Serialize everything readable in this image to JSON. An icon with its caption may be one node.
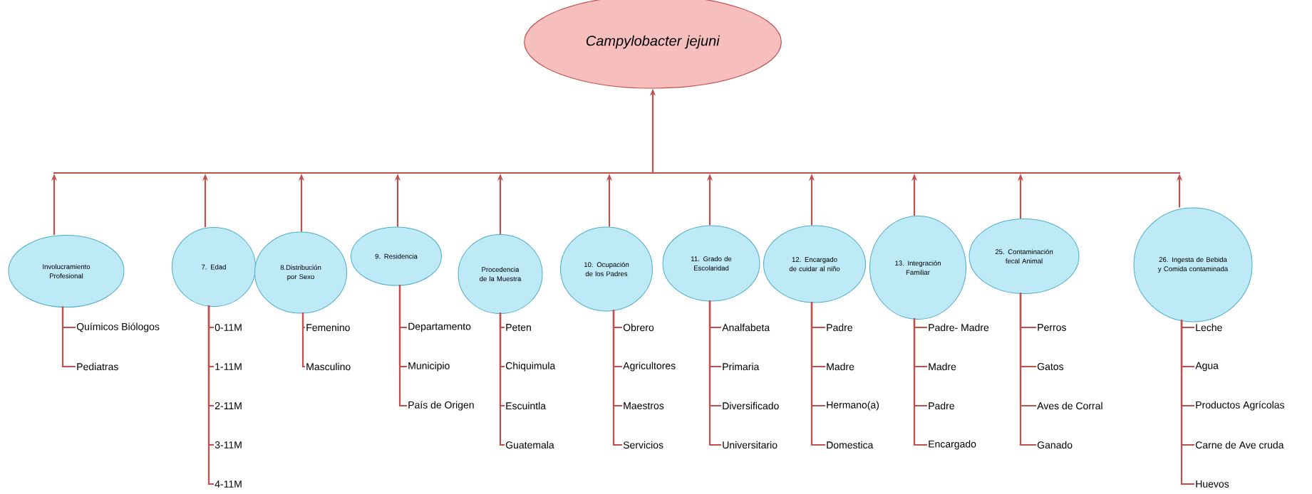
{
  "diagram": {
    "nodes": [
      {
        "text": [
          "*Campylobacter jejuni*"
        ]
      },
      {
        "text": [
          "Involucramiento Profesional"
        ]
      },
      {
        "text": [
          "7. Edad"
        ]
      },
      {
        "text": [
          "8.Distribución por Sexo"
        ]
      },
      {
        "text": [
          "9. Residencia"
        ]
      },
      {
        "text": [
          "Procedencia de la Muestra"
        ]
      },
      {
        "text": [
          "10. Ocupación de los Padres"
        ]
      },
      {
        "text": [
          "11. Grado de Escolaridad"
        ]
      },
      {
        "text": [
          "12. Encargado de cuidar al niño"
        ]
      },
      {
        "text": [
          "13. Integración Familiar"
        ]
      },
      {
        "text": [
          "25. Contaminación fecal Animal"
        ]
      },
      {
        "text": [
          "26. Ingesta de Bebida y Comida contaminada"
        ]
      },
      {
        "text": [
          "Químicos Biólogos"
        ]
      },
      {
        "text": [
          "Pediatras"
        ]
      },
      {
        "text": [
          "0-11M"
        ]
      },
      {
        "text": [
          "1-11M"
        ]
      },
      {
        "text": [
          "2-11M"
        ]
      },
      {
        "text": [
          "3-11M"
        ]
      },
      {
        "text": [
          "4-11M"
        ]
      },
      {
        "text": [
          "Femenino"
        ]
      },
      {
        "text": [
          "Masculino"
        ]
      },
      {
        "text": [
          "Departamento"
        ]
      },
      {
        "text": [
          "Municipio"
        ]
      },
      {
        "text": [
          "País de Origen"
        ]
      },
      {
        "text": [
          "Peten"
        ]
      },
      {
        "text": [
          "Chiquimula"
        ]
      },
      {
        "text": [
          "Escuintla"
        ]
      },
      {
        "text": [
          "Guatemala"
        ]
      },
      {
        "text": [
          "Obrero"
        ]
      },
      {
        "text": [
          "Agricultores"
        ]
      },
      {
        "text": [
          "Maestros"
        ]
      },
      {
        "text": [
          "Servicios"
        ]
      },
      {
        "text": [
          "Analfabeta"
        ]
      },
      {
        "text": [
          "Primaria"
        ]
      },
      {
        "text": [
          "Diversificado"
        ]
      },
      {
        "text": [
          "Universitario"
        ]
      },
      {
        "text": [
          "Padre"
        ]
      },
      {
        "text": [
          "Madre"
        ]
      },
      {
        "text": [
          "Hermano(a)"
        ]
      },
      {
        "text": [
          "Domestica"
        ]
      },
      {
        "text": [
          "Padre- Madre"
        ]
      },
      {
        "text": [
          "Madre"
        ]
      },
      {
        "text": [
          "Padre"
        ]
      },
      {
        "text": [
          "Encargado"
        ]
      },
      {
        "text": [
          "Perros"
        ]
      },
      {
        "text": [
          "Gatos"
        ]
      },
      {
        "text": [
          "Aves de Corral"
        ]
      },
      {
        "text": [
          "Ganado"
        ]
      },
      {
        "text": [
          "Leche"
        ]
      },
      {
        "text": [
          "Agua"
        ]
      },
      {
        "text": [
          "Productos Agrícolas"
        ]
      },
      {
        "text": [
          "Carne de Ave cruda"
        ]
      },
      {
        "text": [
          "Huevos"
        ]
      }
    ],
    "edges": [
      {
        "from": 1,
        "to": 0,
        "arrow": "to"
      },
      {
        "from": 2,
        "to": 0,
        "arrow": "to"
      },
      {
        "from": 3,
        "to": 0,
        "arrow": "to"
      },
      {
        "from": 4,
        "to": 0,
        "arrow": "to"
      },
      {
        "from": 5,
        "to": 0,
        "arrow": "to"
      },
      {
        "from": 6,
        "to": 0,
        "arrow": "to"
      },
      {
        "from": 7,
        "to": 0,
        "arrow": "to"
      },
      {
        "from": 8,
        "to": 0,
        "arrow": "to"
      },
      {
        "from": 9,
        "to": 0,
        "arrow": "to"
      },
      {
        "from": 10,
        "to": 0,
        "arrow": "to"
      },
      {
        "from": 11,
        "to": 0,
        "arrow": "to"
      },
      {
        "from": 1,
        "to": 12,
        "arrow": "none"
      },
      {
        "from": 1,
        "to": 13,
        "arrow": "none"
      },
      {
        "from": 2,
        "to": 14,
        "arrow": "none"
      },
      {
        "from": 2,
        "to": 15,
        "arrow": "none"
      },
      {
        "from": 2,
        "to": 16,
        "arrow": "none"
      },
      {
        "from": 2,
        "to": 17,
        "arrow": "none"
      },
      {
        "from": 2,
        "to": 18,
        "arrow": "none"
      },
      {
        "from": 3,
        "to": 19,
        "arrow": "none"
      },
      {
        "from": 3,
        "to": 20,
        "arrow": "none"
      },
      {
        "from": 4,
        "to": 21,
        "arrow": "none"
      },
      {
        "from": 4,
        "to": 22,
        "arrow": "none"
      },
      {
        "from": 4,
        "to": 23,
        "arrow": "none"
      },
      {
        "from": 5,
        "to": 24,
        "arrow": "none"
      },
      {
        "from": 5,
        "to": 25,
        "arrow": "none"
      },
      {
        "from": 5,
        "to": 26,
        "arrow": "none"
      },
      {
        "from": 5,
        "to": 27,
        "arrow": "none"
      },
      {
        "from": 6,
        "to": 28,
        "arrow": "none"
      },
      {
        "from": 6,
        "to": 29,
        "arrow": "none"
      },
      {
        "from": 6,
        "to": 30,
        "arrow": "none"
      },
      {
        "from": 6,
        "to": 31,
        "arrow": "none"
      },
      {
        "from": 7,
        "to": 32,
        "arrow": "none"
      },
      {
        "from": 7,
        "to": 33,
        "arrow": "none"
      },
      {
        "from": 7,
        "to": 34,
        "arrow": "none"
      },
      {
        "from": 7,
        "to": 35,
        "arrow": "none"
      },
      {
        "from": 8,
        "to": 36,
        "arrow": "none"
      },
      {
        "from": 8,
        "to": 37,
        "arrow": "none"
      },
      {
        "from": 8,
        "to": 38,
        "arrow": "none"
      },
      {
        "from": 8,
        "to": 39,
        "arrow": "none"
      },
      {
        "from": 9,
        "to": 40,
        "arrow": "none"
      },
      {
        "from": 9,
        "to": 41,
        "arrow": "none"
      },
      {
        "from": 9,
        "to": 42,
        "arrow": "none"
      },
      {
        "from": 9,
        "to": 43,
        "arrow": "none"
      },
      {
        "from": 10,
        "to": 44,
        "arrow": "none"
      },
      {
        "from": 10,
        "to": 45,
        "arrow": "none"
      },
      {
        "from": 10,
        "to": 46,
        "arrow": "none"
      },
      {
        "from": 10,
        "to": 47,
        "arrow": "none"
      },
      {
        "from": 11,
        "to": 48,
        "arrow": "none"
      },
      {
        "from": 11,
        "to": 49,
        "arrow": "none"
      },
      {
        "from": 11,
        "to": 50,
        "arrow": "none"
      },
      {
        "from": 11,
        "to": 51,
        "arrow": "none"
      },
      {
        "from": 11,
        "to": 52,
        "arrow": "none"
      }
    ]
  }
}
